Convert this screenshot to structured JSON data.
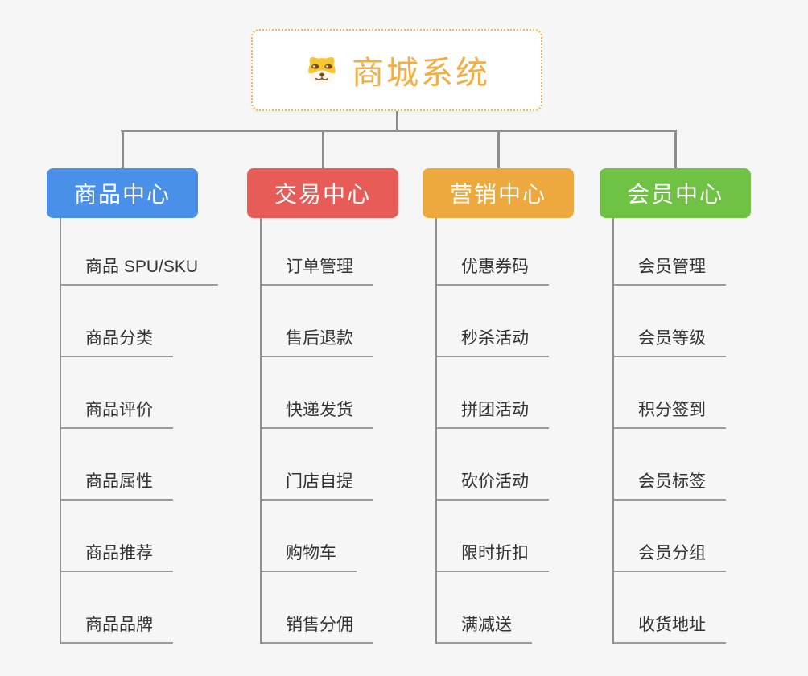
{
  "root": {
    "icon": "dog-icon",
    "title": "商城系统"
  },
  "colors": {
    "background": "#F6F6F6",
    "root_border": "#F3B558",
    "root_title": "#F2AE44",
    "connector": "#8D8D8D",
    "connector_sub": "#8F8F8F",
    "item_line": "#9A9A9A",
    "item_text": "#333333"
  },
  "branches": [
    {
      "label": "商品中心",
      "color": "#4A90E9",
      "items": [
        "商品 SPU/SKU",
        "商品分类",
        "商品评价",
        "商品属性",
        "商品推荐",
        "商品品牌"
      ]
    },
    {
      "label": "交易中心",
      "color": "#E85C58",
      "items": [
        "订单管理",
        "售后退款",
        "快递发货",
        "门店自提",
        "购物车",
        "销售分佣"
      ]
    },
    {
      "label": "营销中心",
      "color": "#EDA83E",
      "items": [
        "优惠券码",
        "秒杀活动",
        "拼团活动",
        "砍价活动",
        "限时折扣",
        "满减送"
      ]
    },
    {
      "label": "会员中心",
      "color": "#6FC243",
      "items": [
        "会员管理",
        "会员等级",
        "积分签到",
        "会员标签",
        "会员分组",
        "收货地址"
      ]
    }
  ]
}
